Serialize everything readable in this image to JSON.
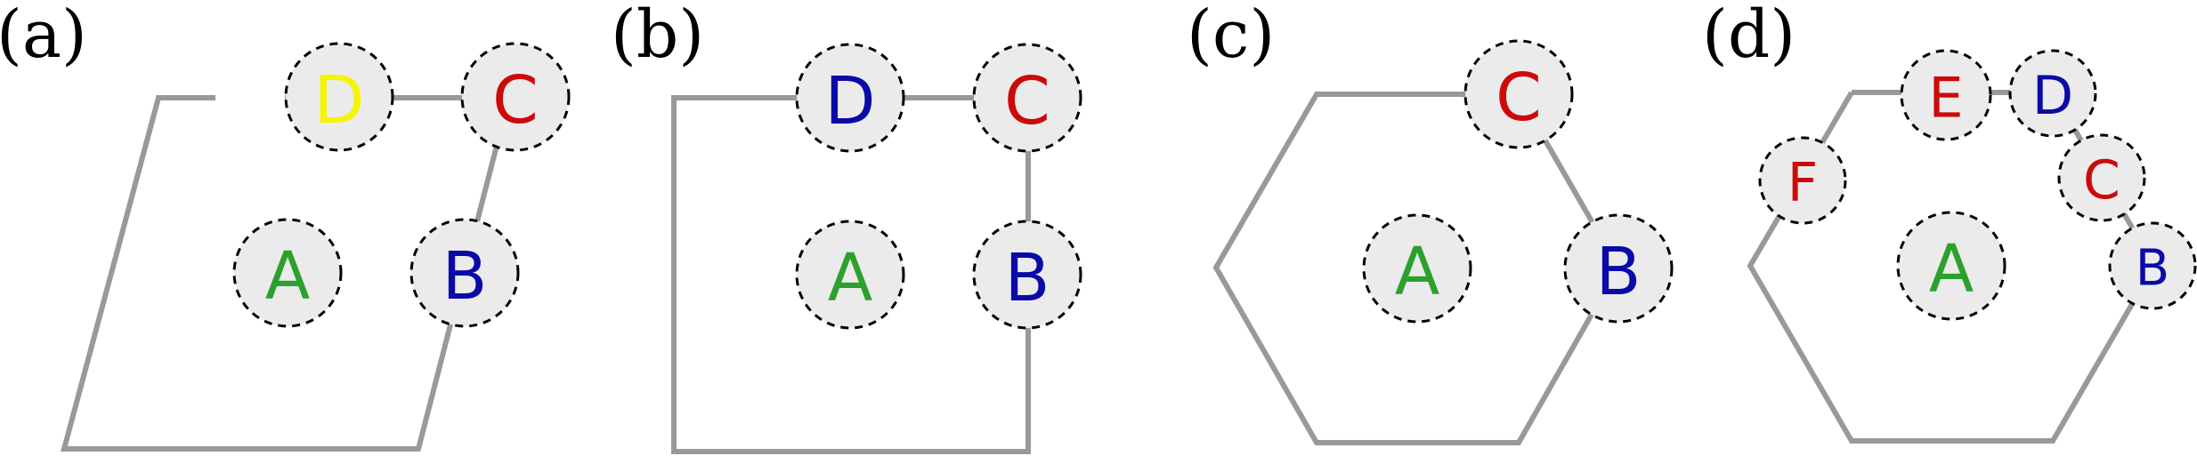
{
  "colors": {
    "edge": "#999999",
    "circle_fill": "#ebebeb",
    "green": "#2ca02c",
    "blue": "#0a0aa8",
    "red": "#cc0a0a",
    "yellow": "#f5f500"
  },
  "panels": [
    {
      "label": "(a)",
      "sites": [
        {
          "text": "D",
          "color": "yellow"
        },
        {
          "text": "C",
          "color": "red"
        },
        {
          "text": "A",
          "color": "green"
        },
        {
          "text": "B",
          "color": "blue"
        }
      ]
    },
    {
      "label": "(b)",
      "sites": [
        {
          "text": "D",
          "color": "blue"
        },
        {
          "text": "C",
          "color": "red"
        },
        {
          "text": "A",
          "color": "green"
        },
        {
          "text": "B",
          "color": "blue"
        }
      ]
    },
    {
      "label": "(c)",
      "sites": [
        {
          "text": "C",
          "color": "red"
        },
        {
          "text": "A",
          "color": "green"
        },
        {
          "text": "B",
          "color": "blue"
        }
      ]
    },
    {
      "label": "(d)",
      "sites": [
        {
          "text": "E",
          "color": "red"
        },
        {
          "text": "D",
          "color": "blue"
        },
        {
          "text": "F",
          "color": "red"
        },
        {
          "text": "C",
          "color": "red"
        },
        {
          "text": "A",
          "color": "green"
        },
        {
          "text": "B",
          "color": "blue"
        }
      ]
    }
  ]
}
